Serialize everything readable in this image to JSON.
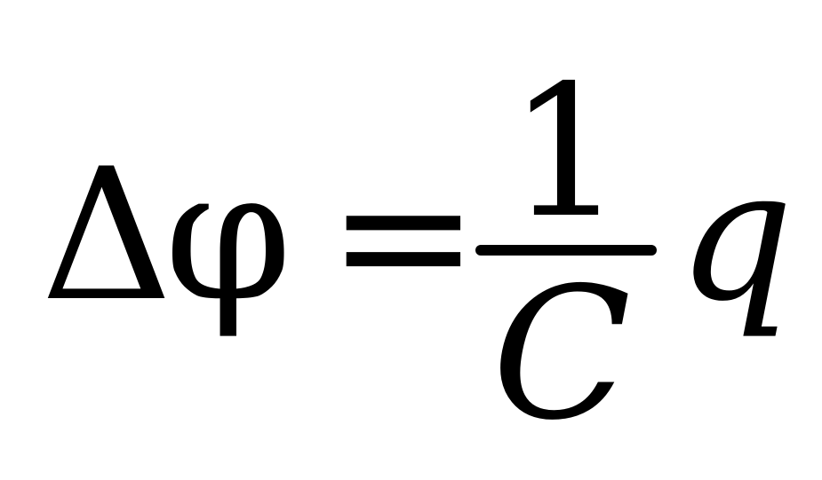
{
  "equation": {
    "lhs_delta": "Δ",
    "lhs_phi": "φ",
    "equals_sign": "=",
    "fraction_numerator": "1",
    "fraction_denominator": "C",
    "rhs_variable": "q"
  },
  "colors": {
    "ink": "#000000",
    "background": "#ffffff"
  }
}
